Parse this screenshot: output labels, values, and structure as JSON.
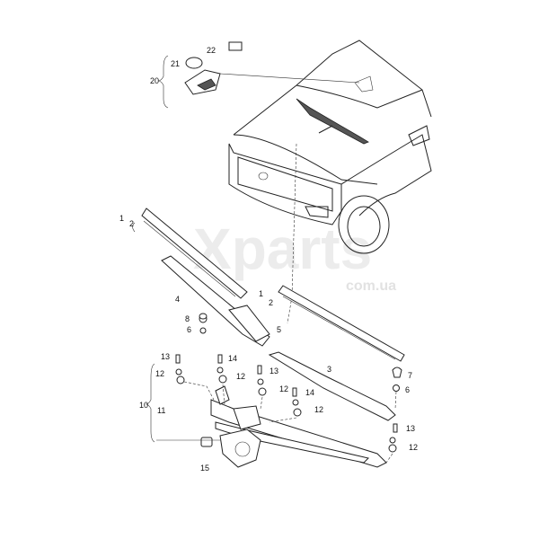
{
  "watermark": {
    "brand": "Xparts",
    "domain": "com.ua"
  },
  "callouts": [
    {
      "text": "22"
    },
    {
      "text": "21"
    },
    {
      "text": "20"
    },
    {
      "text": "1"
    },
    {
      "text": "2"
    },
    {
      "text": "4"
    },
    {
      "text": "8"
    },
    {
      "text": "6"
    },
    {
      "text": "5"
    },
    {
      "text": "13"
    },
    {
      "text": "14"
    },
    {
      "text": "12"
    },
    {
      "text": "12"
    },
    {
      "text": "13"
    },
    {
      "text": "12"
    },
    {
      "text": "14"
    },
    {
      "text": "12"
    },
    {
      "text": "10"
    },
    {
      "text": "11"
    },
    {
      "text": "3"
    },
    {
      "text": "7"
    },
    {
      "text": "6"
    },
    {
      "text": "13"
    },
    {
      "text": "12"
    },
    {
      "text": "15"
    },
    {
      "text": "1"
    },
    {
      "text": "2"
    }
  ]
}
